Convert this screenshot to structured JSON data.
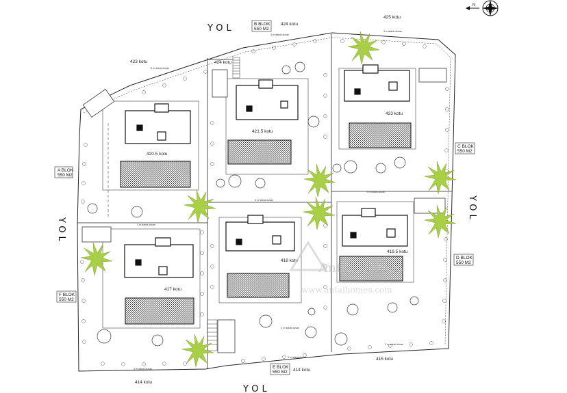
{
  "roads": {
    "north": "YOL",
    "south": "YOL",
    "west": "YOL",
    "east": "YOL"
  },
  "compass": {
    "label": "N"
  },
  "blocks": [
    {
      "id": "A",
      "name": "A BLOK",
      "area": "550 M2"
    },
    {
      "id": "B",
      "name": "B BLOK",
      "area": "550 M2"
    },
    {
      "id": "C",
      "name": "C BLOK",
      "area": "550 M2"
    },
    {
      "id": "D",
      "name": "D BLOK",
      "area": "550 M2"
    },
    {
      "id": "E",
      "name": "E BLOK",
      "area": "550 M2"
    },
    {
      "id": "F",
      "name": "F BLOK",
      "area": "550 M2"
    }
  ],
  "levels": {
    "k423_nw": "423 kotu",
    "k424_top": "424 kotu",
    "k425": "425 kotu",
    "k424_b": "424 kotu",
    "k420_5": "420.5 kotu",
    "k421_5": "421.5 kotu",
    "k423": "423 kotu",
    "k418": "418 kotu",
    "k419_5": "419.5 kotu",
    "k417": "417 kotu",
    "k414_bottom": "414 kotu",
    "k414_e": "414 kotu",
    "k415": "415 kotu"
  },
  "setback_note": "3 m istinat duvarı",
  "watermark": {
    "line1": "Antal Homes",
    "line2": "www.antalhomes.com"
  }
}
